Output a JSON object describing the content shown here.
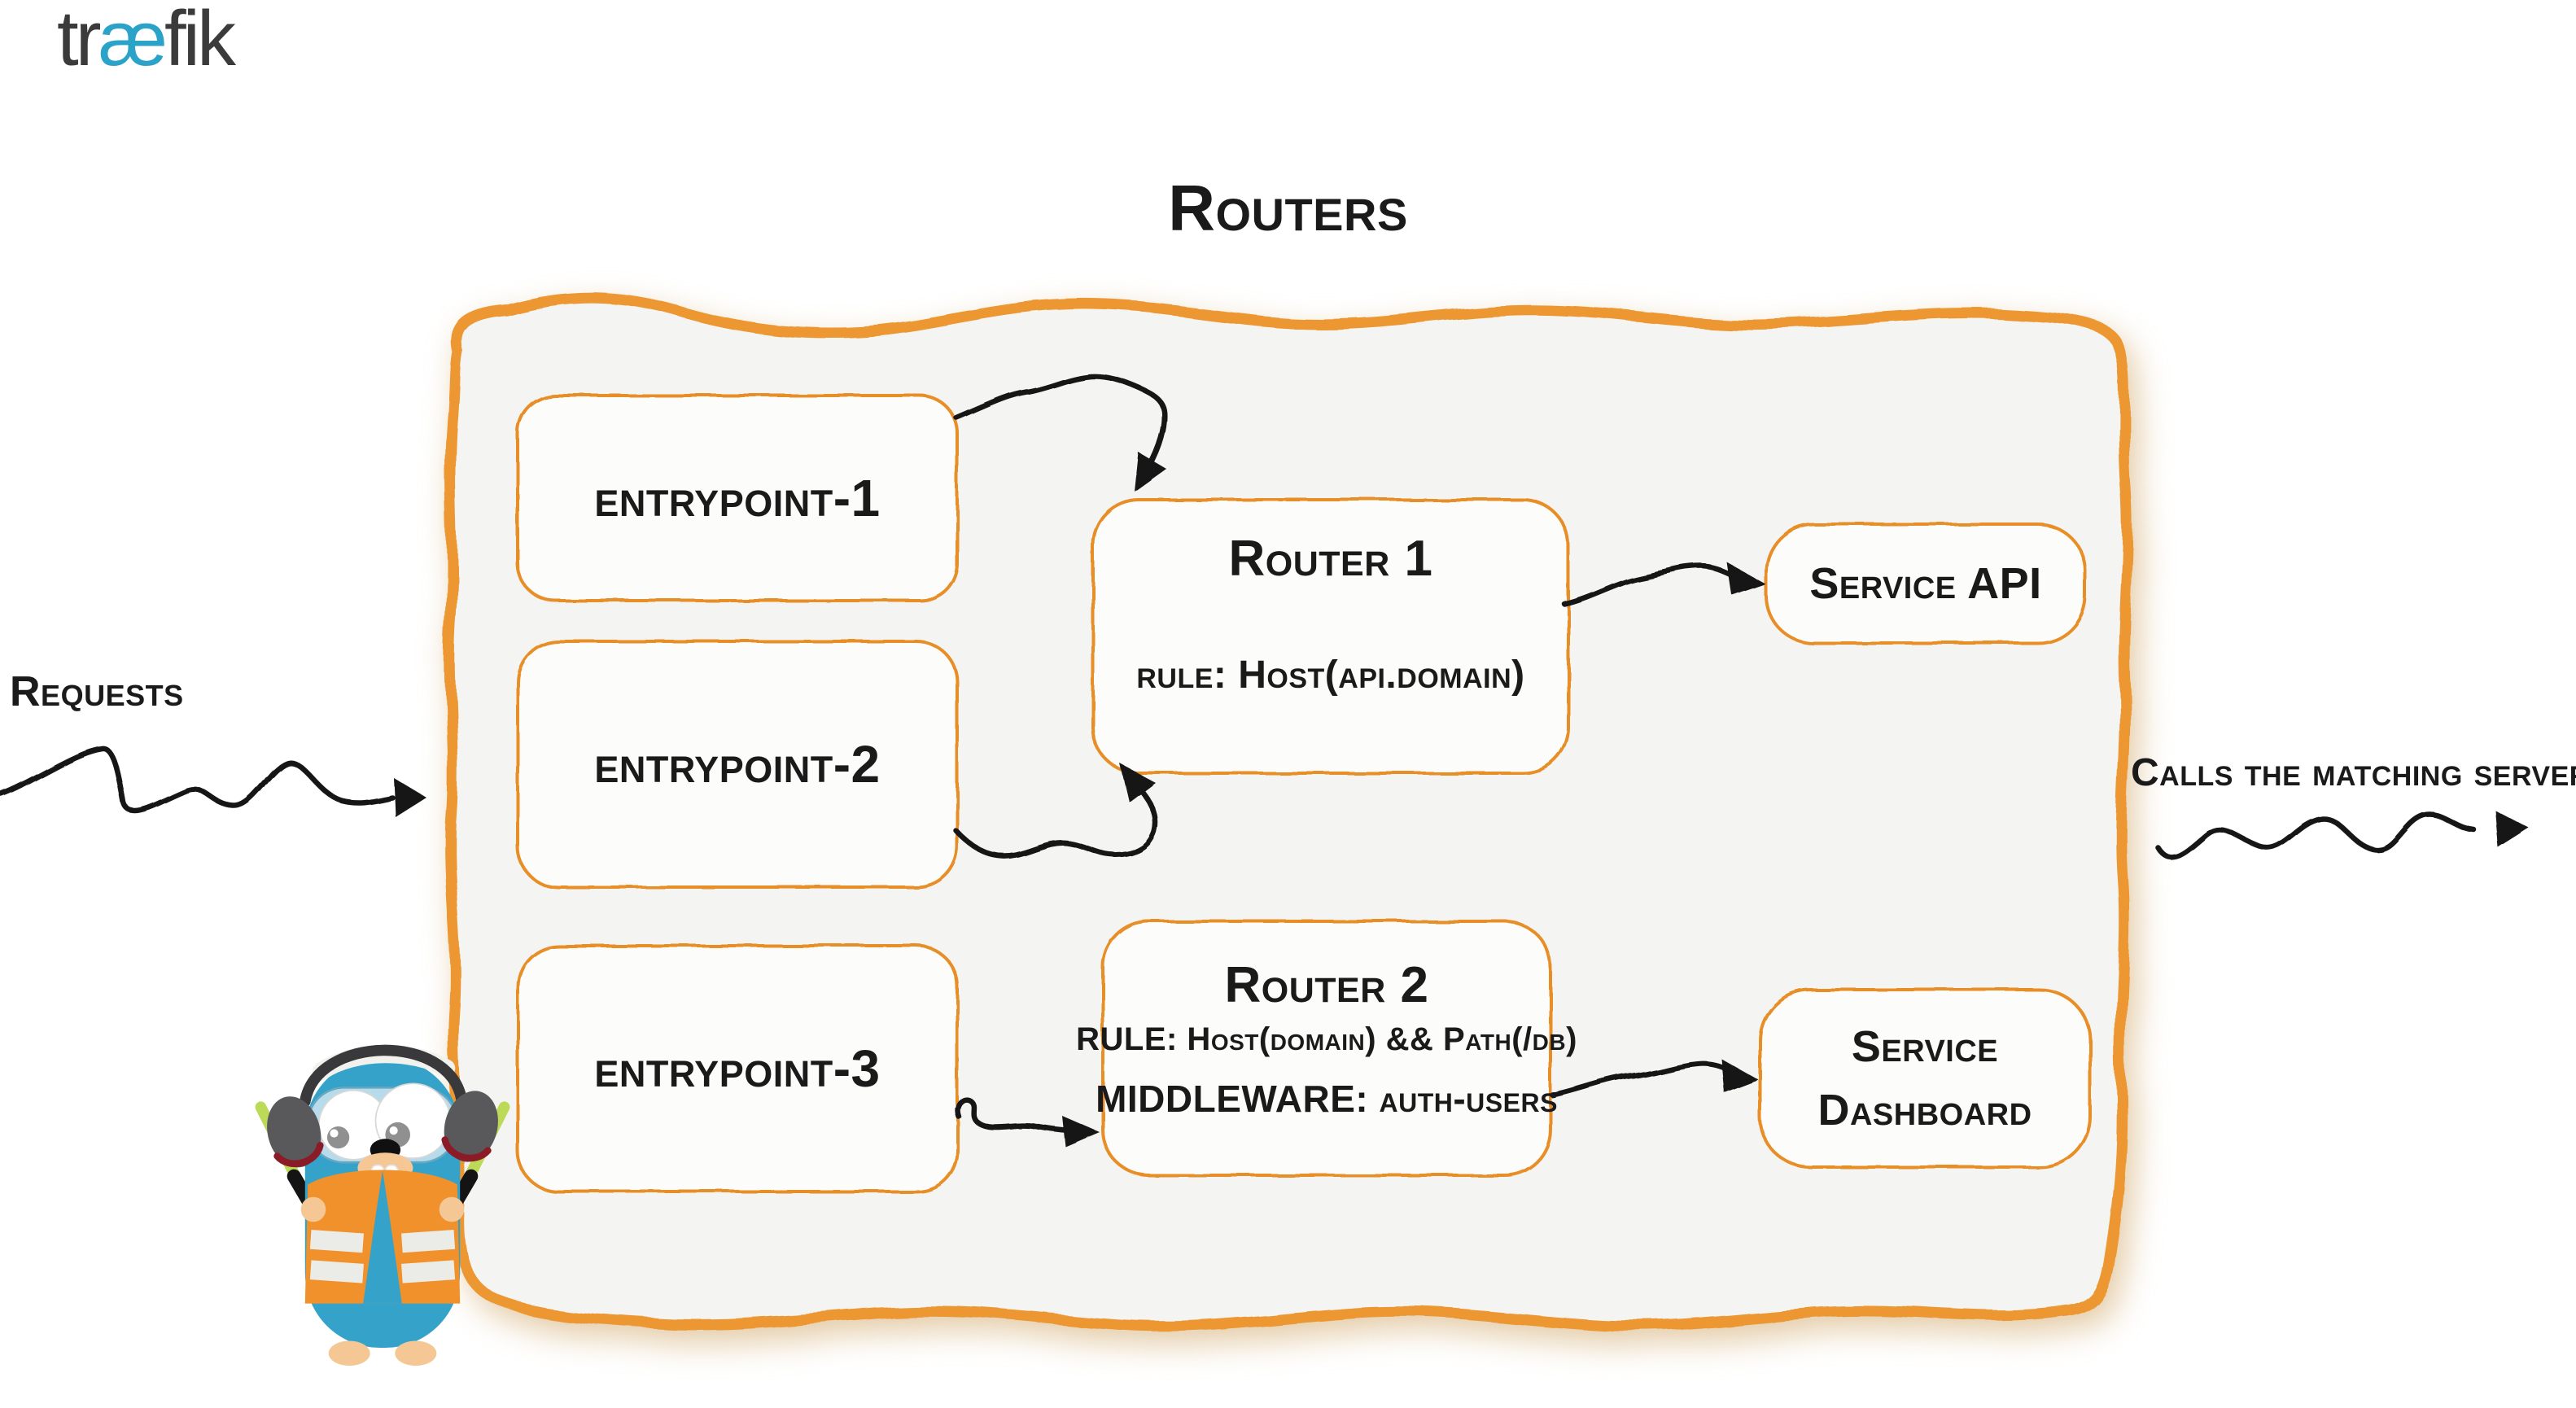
{
  "title": "Routers",
  "labels": {
    "requests": "Requests",
    "calls": "Calls the matching server"
  },
  "entrypoints": [
    {
      "label": "entrypoint-1"
    },
    {
      "label": "entrypoint-2"
    },
    {
      "label": "entrypoint-3"
    }
  ],
  "routers": [
    {
      "title": "Router 1",
      "rule": "rule: Host(api.domain)"
    },
    {
      "title": "Router 2",
      "rule": "RULE: Host(domain) && Path(/db)",
      "middleware": "MIDDLEWARE: auth-users"
    }
  ],
  "services": [
    {
      "label": "Service API"
    },
    {
      "label": "Service Dashboard",
      "lines": [
        "Service",
        "Dashboard"
      ]
    }
  ],
  "logo": {
    "wordmark_parts": [
      "tr",
      "æ",
      "fik"
    ]
  },
  "colors": {
    "container_border": "#EC9730",
    "box_border": "#E78E28",
    "container_fill": "#F4F4F3",
    "box_fill": "#FCFCFB",
    "arrow": "#141414",
    "text": "#1A1A1A",
    "traefik_blue": "#35A3C9",
    "vest_orange": "#F0912B",
    "stick_green": "#BCD957",
    "wordmark_dark": "#3B3B3B",
    "wordmark_ae_blue": "#2BA3C9"
  }
}
